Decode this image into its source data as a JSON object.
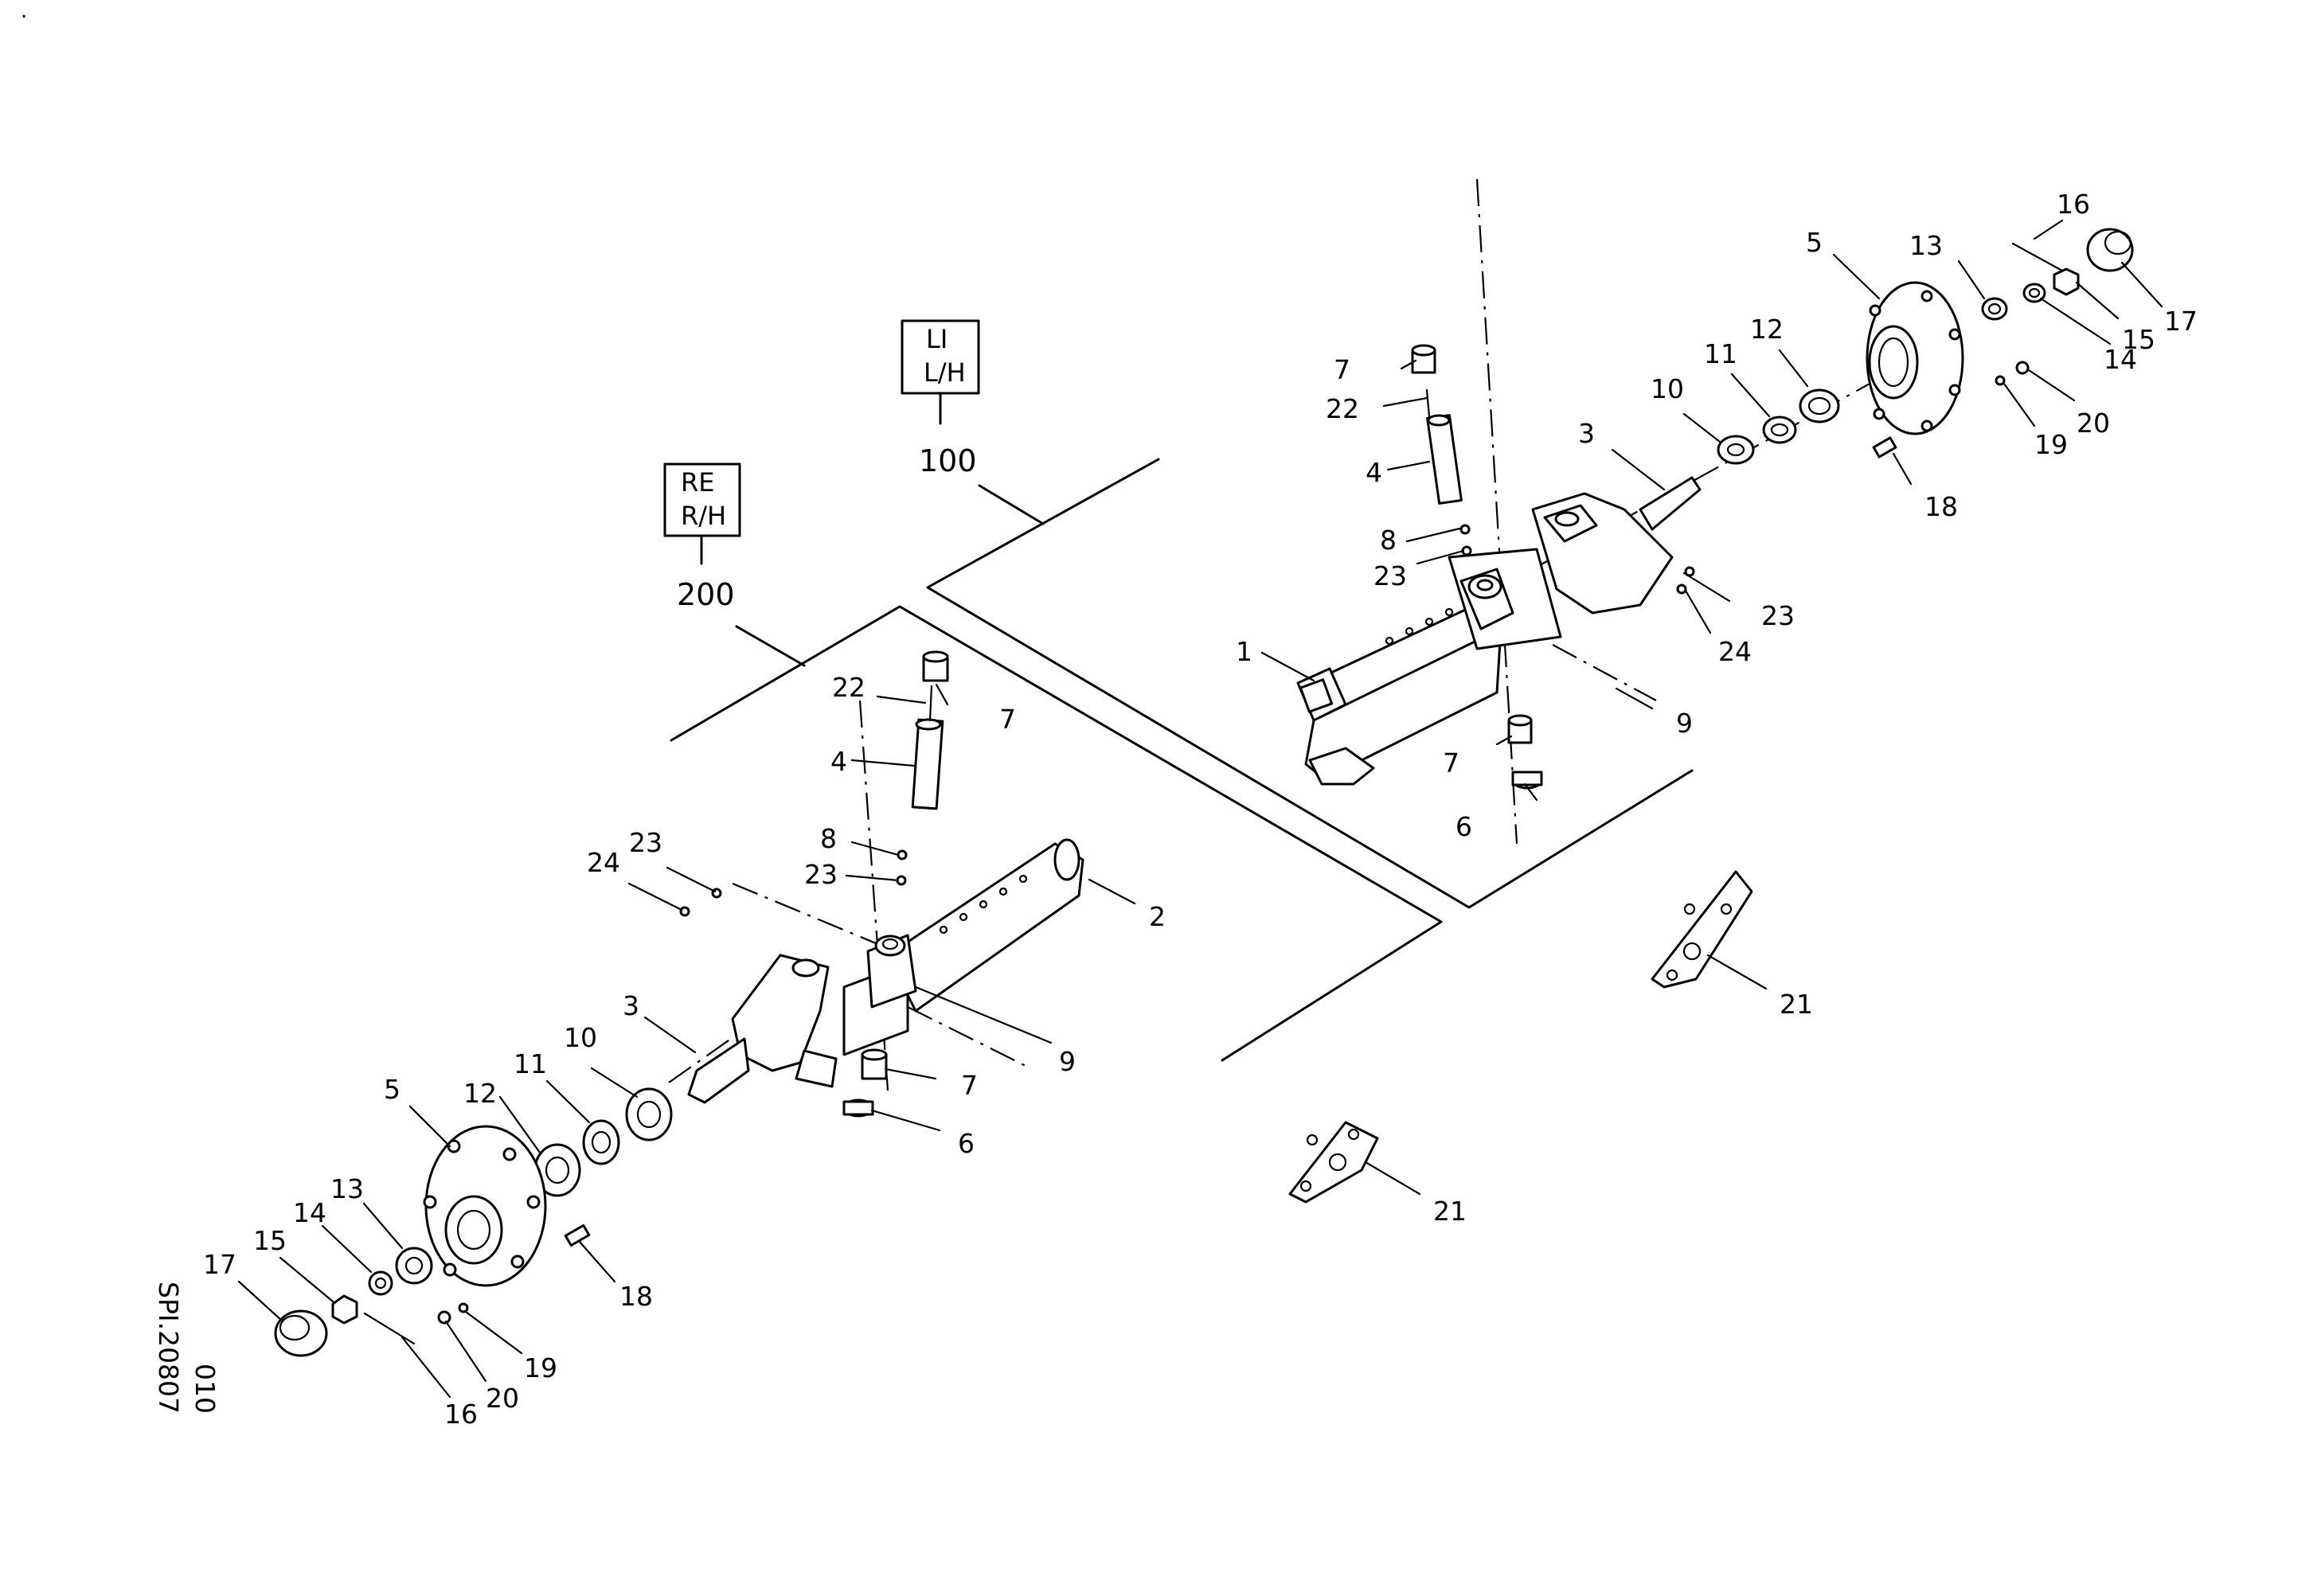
{
  "drawing_code": "SPI.20807",
  "sheet_number": "010",
  "corner_mark": ".",
  "groups": [
    {
      "id": "lh",
      "code": "100",
      "label_line1": "LI",
      "label_line2": "L/H"
    },
    {
      "id": "rh",
      "code": "200",
      "label_line1": "RE",
      "label_line2": "R/H"
    }
  ],
  "callouts": {
    "lh": [
      {
        "id": "1",
        "text": "1"
      },
      {
        "id": "3",
        "text": "3"
      },
      {
        "id": "4",
        "text": "4"
      },
      {
        "id": "5",
        "text": "5"
      },
      {
        "id": "6",
        "text": "6"
      },
      {
        "id": "7a",
        "text": "7"
      },
      {
        "id": "7b",
        "text": "7"
      },
      {
        "id": "8",
        "text": "8"
      },
      {
        "id": "9",
        "text": "9"
      },
      {
        "id": "10",
        "text": "10"
      },
      {
        "id": "11",
        "text": "11"
      },
      {
        "id": "12",
        "text": "12"
      },
      {
        "id": "13",
        "text": "13"
      },
      {
        "id": "14",
        "text": "14"
      },
      {
        "id": "15",
        "text": "15"
      },
      {
        "id": "16",
        "text": "16"
      },
      {
        "id": "17",
        "text": "17"
      },
      {
        "id": "18",
        "text": "18"
      },
      {
        "id": "19",
        "text": "19"
      },
      {
        "id": "20",
        "text": "20"
      },
      {
        "id": "21",
        "text": "21"
      },
      {
        "id": "22",
        "text": "22"
      },
      {
        "id": "23a",
        "text": "23"
      },
      {
        "id": "23b",
        "text": "23"
      },
      {
        "id": "24",
        "text": "24"
      }
    ],
    "rh": [
      {
        "id": "2",
        "text": "2"
      },
      {
        "id": "3",
        "text": "3"
      },
      {
        "id": "4",
        "text": "4"
      },
      {
        "id": "5",
        "text": "5"
      },
      {
        "id": "6",
        "text": "6"
      },
      {
        "id": "7a",
        "text": "7"
      },
      {
        "id": "7b",
        "text": "7"
      },
      {
        "id": "8",
        "text": "8"
      },
      {
        "id": "9",
        "text": "9"
      },
      {
        "id": "10",
        "text": "10"
      },
      {
        "id": "11",
        "text": "11"
      },
      {
        "id": "12",
        "text": "12"
      },
      {
        "id": "13",
        "text": "13"
      },
      {
        "id": "14",
        "text": "14"
      },
      {
        "id": "15",
        "text": "15"
      },
      {
        "id": "16",
        "text": "16"
      },
      {
        "id": "17",
        "text": "17"
      },
      {
        "id": "18",
        "text": "18"
      },
      {
        "id": "19",
        "text": "19"
      },
      {
        "id": "20",
        "text": "20"
      },
      {
        "id": "21",
        "text": "21"
      },
      {
        "id": "22",
        "text": "22"
      },
      {
        "id": "23a",
        "text": "23"
      },
      {
        "id": "23b",
        "text": "23"
      },
      {
        "id": "24",
        "text": "24"
      }
    ]
  }
}
